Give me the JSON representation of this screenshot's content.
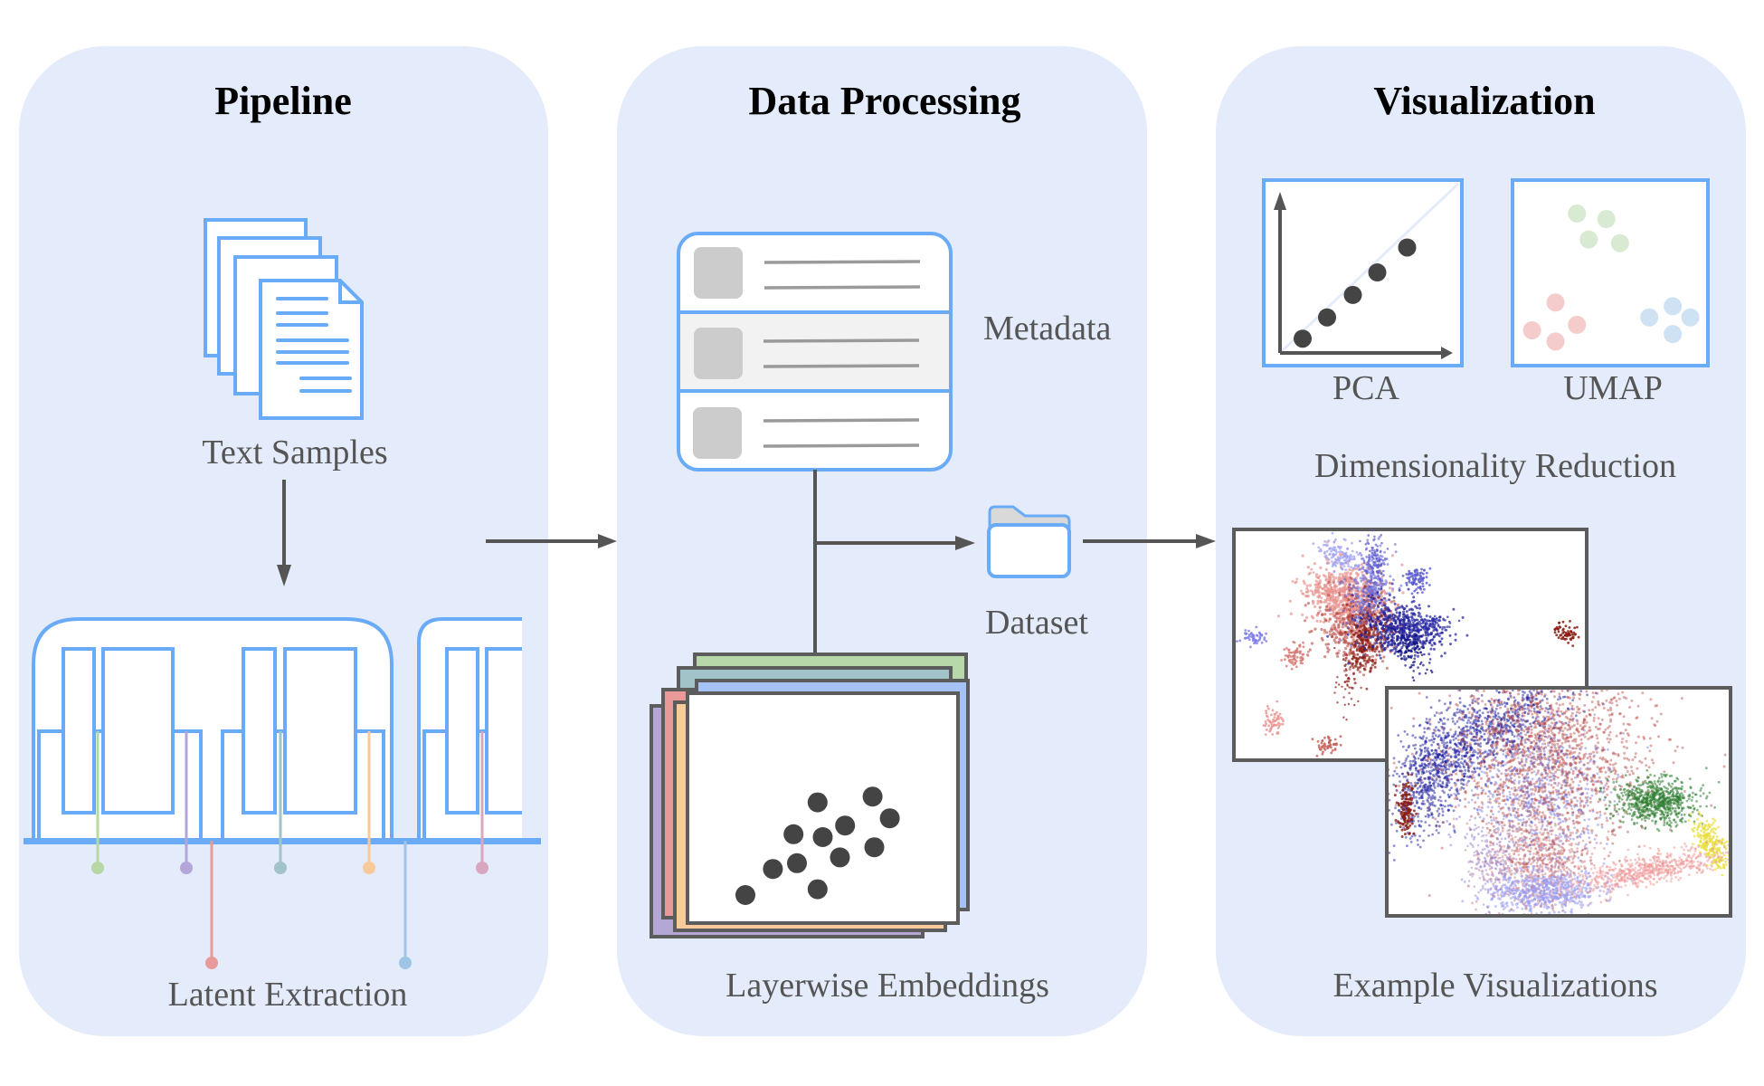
{
  "panels": {
    "pipeline": {
      "title": "Pipeline",
      "text_samples_label": "Text Samples",
      "latent_extraction_label": "Latent Extraction",
      "probe_colors": [
        "#b5d8a5",
        "#b3a6d8",
        "#e99a9a",
        "#a2c3c8",
        "#f9c999",
        "#9ec4e6",
        "#d9a6bf"
      ]
    },
    "data_processing": {
      "title": "Data Processing",
      "metadata_label": "Metadata",
      "dataset_label": "Dataset",
      "embeddings_label": "Layerwise Embeddings",
      "layer_colors": [
        "#b7d8a8",
        "#a2c3c8",
        "#b4a7d6",
        "#ea9999",
        "#a4c2f4",
        "#f9cb9c"
      ],
      "metadata_rows": 3
    },
    "visualization": {
      "title": "Visualization",
      "pca_label": "PCA",
      "umap_label": "UMAP",
      "dimensionality_reduction_label": "Dimensionality Reduction",
      "example_visualizations_label": "Example Visualizations"
    }
  },
  "colors": {
    "panel_background": "#e4ebfa",
    "accent_blue": "#6aabf7",
    "arrow": "#555555",
    "umap_green": "#d9ead3",
    "umap_red": "#f4cccc",
    "umap_blue": "#cfe2f3"
  },
  "chart_data": [
    {
      "type": "scatter",
      "title": "Layerwise Embeddings (schematic)",
      "x": [
        0.1,
        0.26,
        0.4,
        0.38,
        0.52,
        0.52,
        0.55,
        0.68,
        0.65,
        0.84,
        0.85,
        0.94
      ],
      "y": [
        0.1,
        0.28,
        0.32,
        0.52,
        0.14,
        0.74,
        0.5,
        0.58,
        0.36,
        0.78,
        0.43,
        0.63
      ],
      "xlim": [
        0,
        1
      ],
      "ylim": [
        0,
        1
      ]
    },
    {
      "type": "scatter",
      "title": "PCA",
      "x": [
        0.1,
        0.28,
        0.47,
        0.65,
        0.87
      ],
      "y": [
        0.1,
        0.27,
        0.45,
        0.63,
        0.83
      ],
      "xlim": [
        0,
        1
      ],
      "ylim": [
        0,
        1
      ],
      "axes_arrows": true
    },
    {
      "type": "scatter",
      "title": "UMAP",
      "series": [
        {
          "name": "cluster-green",
          "color": "#d9ead3",
          "x": [
            0.33,
            0.48,
            0.39,
            0.55
          ],
          "y": [
            0.82,
            0.79,
            0.68,
            0.66
          ]
        },
        {
          "name": "cluster-red",
          "color": "#f4cccc",
          "x": [
            0.22,
            0.1,
            0.33,
            0.22
          ],
          "y": [
            0.34,
            0.19,
            0.22,
            0.13
          ]
        },
        {
          "name": "cluster-blue",
          "color": "#cfe2f3",
          "x": [
            0.7,
            0.82,
            0.91,
            0.82
          ],
          "y": [
            0.26,
            0.32,
            0.26,
            0.17
          ]
        }
      ],
      "xlim": [
        0,
        1
      ],
      "ylim": [
        0,
        1
      ]
    }
  ]
}
